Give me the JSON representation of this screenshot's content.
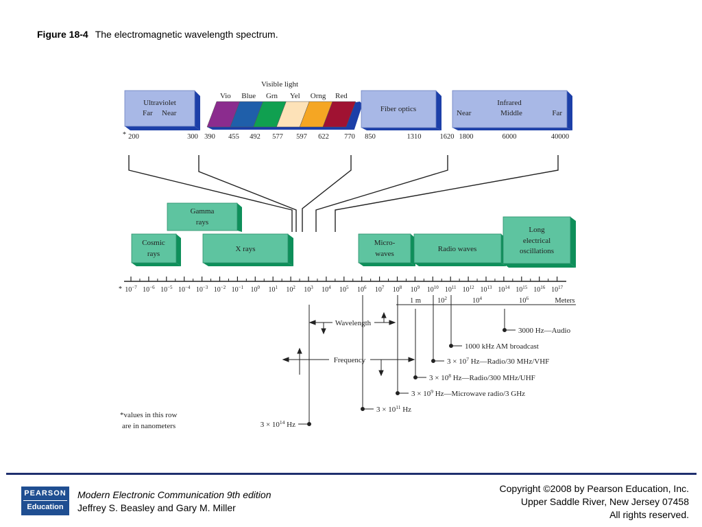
{
  "caption": {
    "figure_label": "Figure 18-4",
    "title": "The electromagnetic wavelength spectrum."
  },
  "visible_light": {
    "heading": "Visible light",
    "bands": [
      {
        "label": "Vio",
        "color": "#8b2c8e"
      },
      {
        "label": "Blue",
        "color": "#1f5faa"
      },
      {
        "label": "Grn",
        "color": "#10a050"
      },
      {
        "label": "Yel",
        "color": "#fde2b8"
      },
      {
        "label": "Orng",
        "color": "#f5a623"
      },
      {
        "label": "Red",
        "color": "#a01232"
      }
    ]
  },
  "top_boxes": {
    "ultraviolet": {
      "title": "Ultraviolet",
      "sub1": "Far",
      "sub2": "Near"
    },
    "fiber_optics": {
      "title": "Fiber optics"
    },
    "infrared": {
      "title": "Infrared",
      "sub1": "Near",
      "sub2": "Middle",
      "sub3": "Far"
    }
  },
  "nm_scale": {
    "asterisk": "*",
    "values": [
      "200",
      "300",
      "390",
      "455",
      "492",
      "577",
      "597",
      "622",
      "770",
      "850",
      "1310",
      "1620",
      "1800",
      "6000",
      "40000"
    ]
  },
  "spectrum_boxes": {
    "gamma": {
      "line1": "Gamma",
      "line2": "rays"
    },
    "cosmic": {
      "line1": "Cosmic",
      "line2": "rays"
    },
    "xrays": {
      "line1": "X rays"
    },
    "micro": {
      "line1": "Micro-",
      "line2": "waves"
    },
    "radio": {
      "line1": "Radio waves"
    },
    "long": {
      "line1": "Long",
      "line2": "electrical",
      "line3": "oscillations"
    }
  },
  "colors": {
    "box_green": "#5ec4a0",
    "box_green_side": "#0e8f5a",
    "box_blue": "#a8b8e6",
    "box_blue_side": "#1c3fa8",
    "footer_rule": "#1f2f6e",
    "logo": "#1f4e91"
  },
  "freq_scale": {
    "asterisk": "*",
    "ticks": [
      {
        "base": "10",
        "exp": "−7"
      },
      {
        "base": "10",
        "exp": "−6"
      },
      {
        "base": "10",
        "exp": "−5"
      },
      {
        "base": "10",
        "exp": "−4"
      },
      {
        "base": "10",
        "exp": "−3"
      },
      {
        "base": "10",
        "exp": "−2"
      },
      {
        "base": "10",
        "exp": "−1"
      },
      {
        "base": "10",
        "exp": "0"
      },
      {
        "base": "10",
        "exp": "1"
      },
      {
        "base": "10",
        "exp": "2"
      },
      {
        "base": "10",
        "exp": "3"
      },
      {
        "base": "10",
        "exp": "4"
      },
      {
        "base": "10",
        "exp": "5"
      },
      {
        "base": "10",
        "exp": "6"
      },
      {
        "base": "10",
        "exp": "7"
      },
      {
        "base": "10",
        "exp": "8"
      },
      {
        "base": "10",
        "exp": "9"
      },
      {
        "base": "10",
        "exp": "10"
      },
      {
        "base": "10",
        "exp": "11"
      },
      {
        "base": "10",
        "exp": "12"
      },
      {
        "base": "10",
        "exp": "13"
      },
      {
        "base": "10",
        "exp": "14"
      },
      {
        "base": "10",
        "exp": "15"
      },
      {
        "base": "10",
        "exp": "16"
      },
      {
        "base": "10",
        "exp": "17"
      }
    ]
  },
  "meters_scale": {
    "one_m": "1 m",
    "m1": {
      "base": "10",
      "exp": "2"
    },
    "m2": {
      "base": "10",
      "exp": "4"
    },
    "m3": {
      "base": "10",
      "exp": "6"
    },
    "unit": "Meters"
  },
  "arrows": {
    "wavelength": "Wavelength",
    "frequency": "Frequency"
  },
  "callouts": {
    "audio": "3000 Hz—Audio",
    "am": "1000 kHz AM broadcast",
    "vhf": {
      "coef": "3 × 10",
      "exp": "7",
      "rest": " Hz—Radio/30 MHz/VHF"
    },
    "uhf": {
      "coef": "3 × 10",
      "exp": "8",
      "rest": " Hz—Radio/300 MHz/UHF"
    },
    "microwave": {
      "coef": "3 × 10",
      "exp": "9",
      "rest": " Hz—Microwave radio/3 GHz"
    },
    "ehf": {
      "coef": "3 × 10",
      "exp": "11",
      "rest": " Hz"
    },
    "light": {
      "coef": "3 × 10",
      "exp": "14",
      "rest": " Hz"
    }
  },
  "note": {
    "line1": "*values in this row",
    "line2": "are in nanometers"
  },
  "footer": {
    "logo_top": "PEARSON",
    "logo_bottom": "Education",
    "book_title": "Modern Electronic Communication 9th edition",
    "authors": "Jeffrey S. Beasley and Gary M. Miller",
    "copyright1": "Copyright ©2008 by Pearson Education, Inc.",
    "copyright2": "Upper Saddle River, New Jersey 07458",
    "copyright3": "All rights reserved."
  }
}
